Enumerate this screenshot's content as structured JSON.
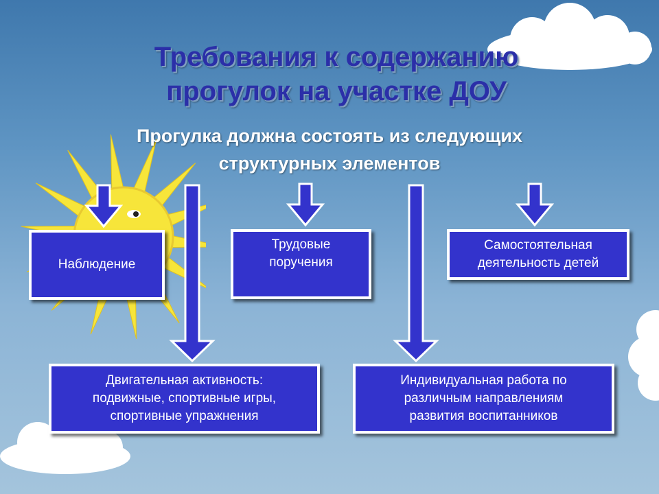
{
  "slide": {
    "title_lines": [
      "Требования к содержанию",
      "прогулок на участке ДОУ"
    ],
    "subtitle_lines": [
      "Прогулка должна состоять из следующих",
      "структурных элементов"
    ]
  },
  "boxes": {
    "observation": [
      "Наблюдение"
    ],
    "labor": [
      "Трудовые",
      "поручения"
    ],
    "independent": [
      "Самостоятельная",
      "деятельность детей"
    ],
    "motor": [
      "Двигательная активность:",
      "подвижные, спортивные игры,",
      "спортивные упражнения"
    ],
    "individual": [
      "Индивидуальная работа по",
      "различным направлениям",
      "развития воспитанников"
    ]
  },
  "colors": {
    "sky_top": "#3f78ad",
    "sky_bottom": "#a4c4dc",
    "title": "#2b2fa8",
    "box_fill": "#3333cc",
    "box_border": "#ffffff",
    "arrow_fill": "#3333cc",
    "sun": "#f7e53a"
  },
  "icons": [
    "cloud-icon",
    "sun-icon",
    "arrow-down-icon"
  ]
}
